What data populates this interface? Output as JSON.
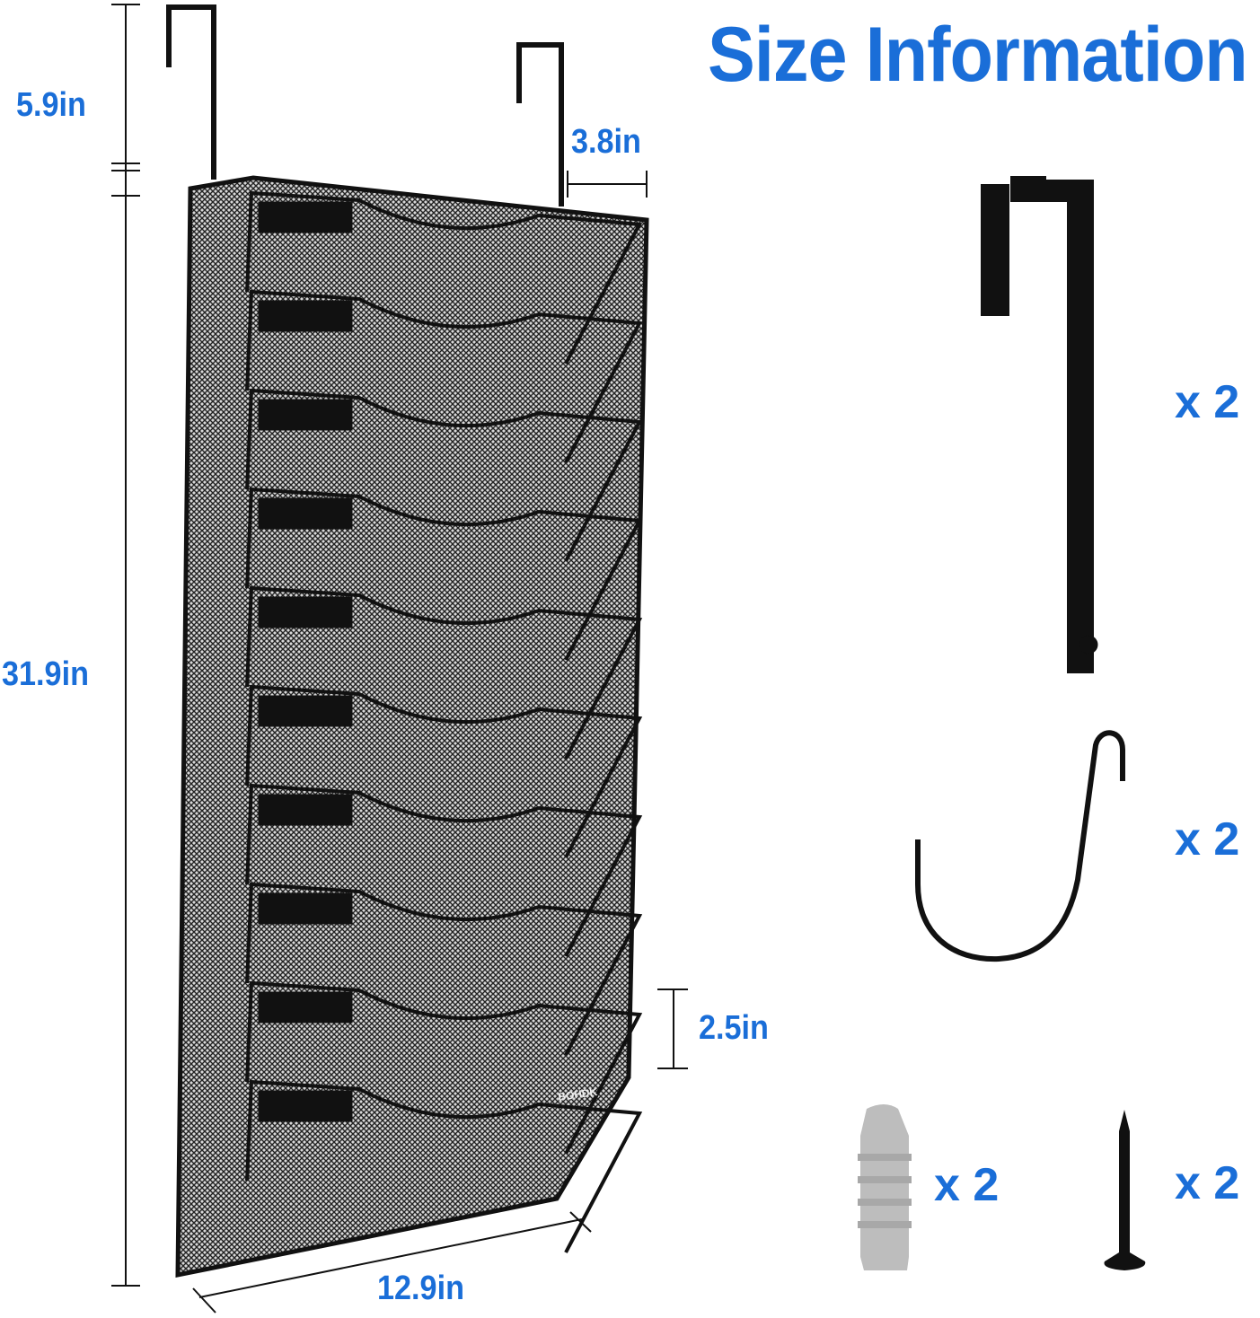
{
  "title": "Size Information",
  "dimensions": {
    "hook_height": "5.9in",
    "hook_depth": "3.8in",
    "total_height": "31.9in",
    "pocket_spacing": "2.5in",
    "width": "12.9in"
  },
  "brand": "BOHDK",
  "accessories": [
    {
      "item": "over-door-hook",
      "qty": "x 2"
    },
    {
      "item": "s-hook",
      "qty": "x 2"
    },
    {
      "item": "wall-anchor",
      "qty": "x 2"
    },
    {
      "item": "screw",
      "qty": "x 2"
    }
  ],
  "colors": {
    "accent": "#1a6ed8",
    "product": "#111111"
  }
}
